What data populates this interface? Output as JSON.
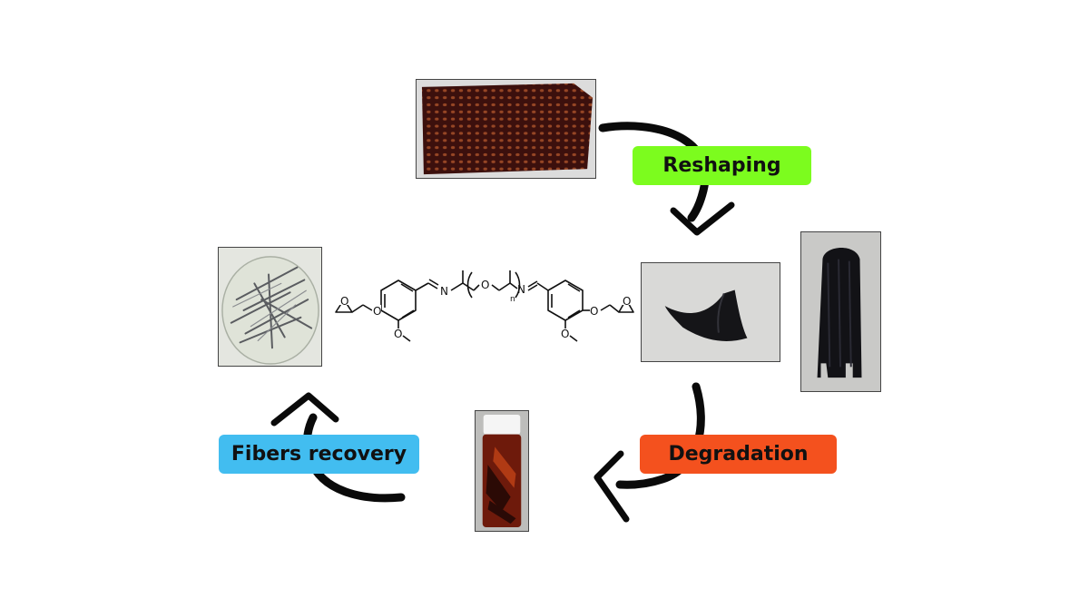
{
  "labels": {
    "reshaping": "Reshaping",
    "degradation": "Degradation",
    "fibers_recovery": "Fibers recovery"
  },
  "molecule_atoms": {
    "o_epoxy_left": "O",
    "o_ether_left": "O",
    "o_methoxy_left": "O",
    "n_left": "N",
    "o_chain": "O",
    "n_subscript": "n",
    "n_right": "N",
    "o_ether_right": "O",
    "o_methoxy_right": "O",
    "o_epoxy_right": "O"
  },
  "colors": {
    "reshaping_bg": "#7CFC1E",
    "degradation_bg": "#F4511E",
    "fibers_recovery_bg": "#42BDF0",
    "arrow": "#0a0a0a",
    "composite_sheet": "#5a1a12",
    "resin_solution": "#8a2410"
  }
}
